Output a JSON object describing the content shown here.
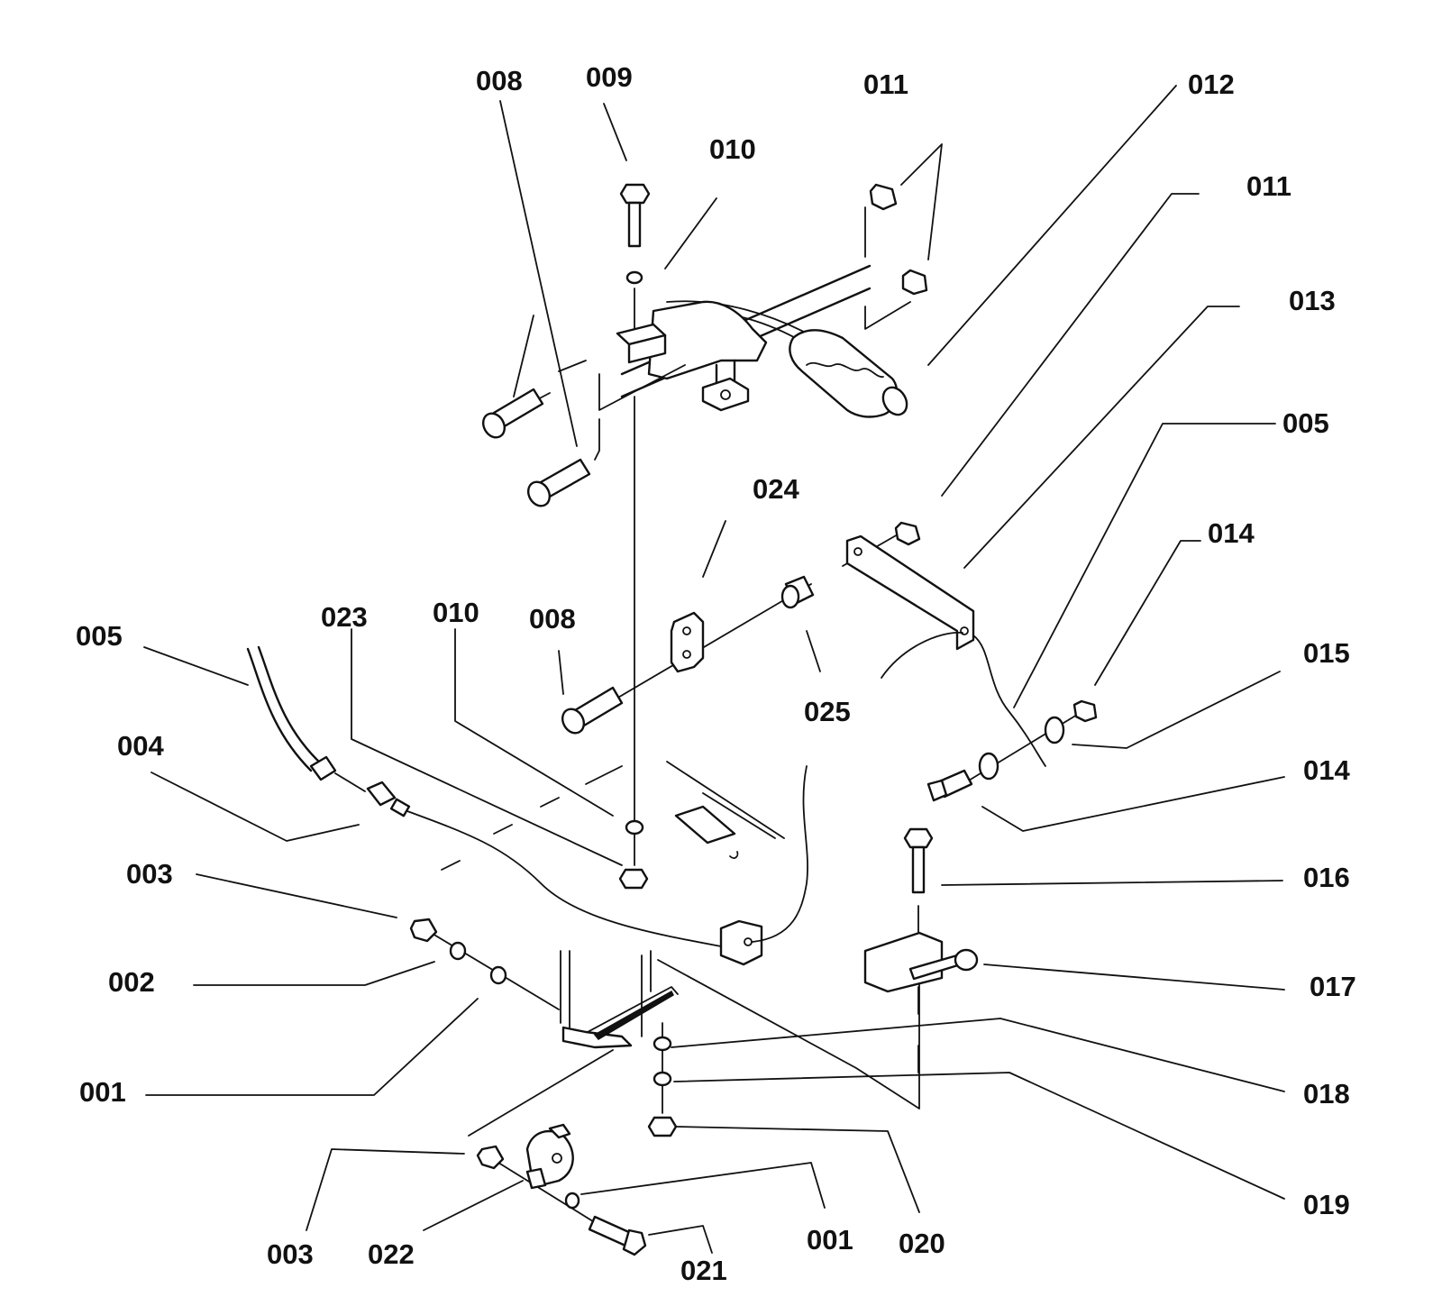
{
  "labels": {
    "l008a": "008",
    "l009": "009",
    "l011a": "011",
    "l012": "012",
    "l010a": "010",
    "l011b": "011",
    "l013": "013",
    "l005a": "005",
    "l024": "024",
    "l014a": "014",
    "l023": "023",
    "l010b": "010",
    "l008b": "008",
    "l005b": "005",
    "l015": "015",
    "l025": "025",
    "l004": "004",
    "l014b": "014",
    "l003a": "003",
    "l016": "016",
    "l002": "002",
    "l017": "017",
    "l001a": "001",
    "l018": "018",
    "l019": "019",
    "l003b": "003",
    "l022": "022",
    "l001b": "001",
    "l020": "020",
    "l021": "021"
  },
  "colors": {
    "ink": "#111111",
    "paper": "#ffffff"
  }
}
